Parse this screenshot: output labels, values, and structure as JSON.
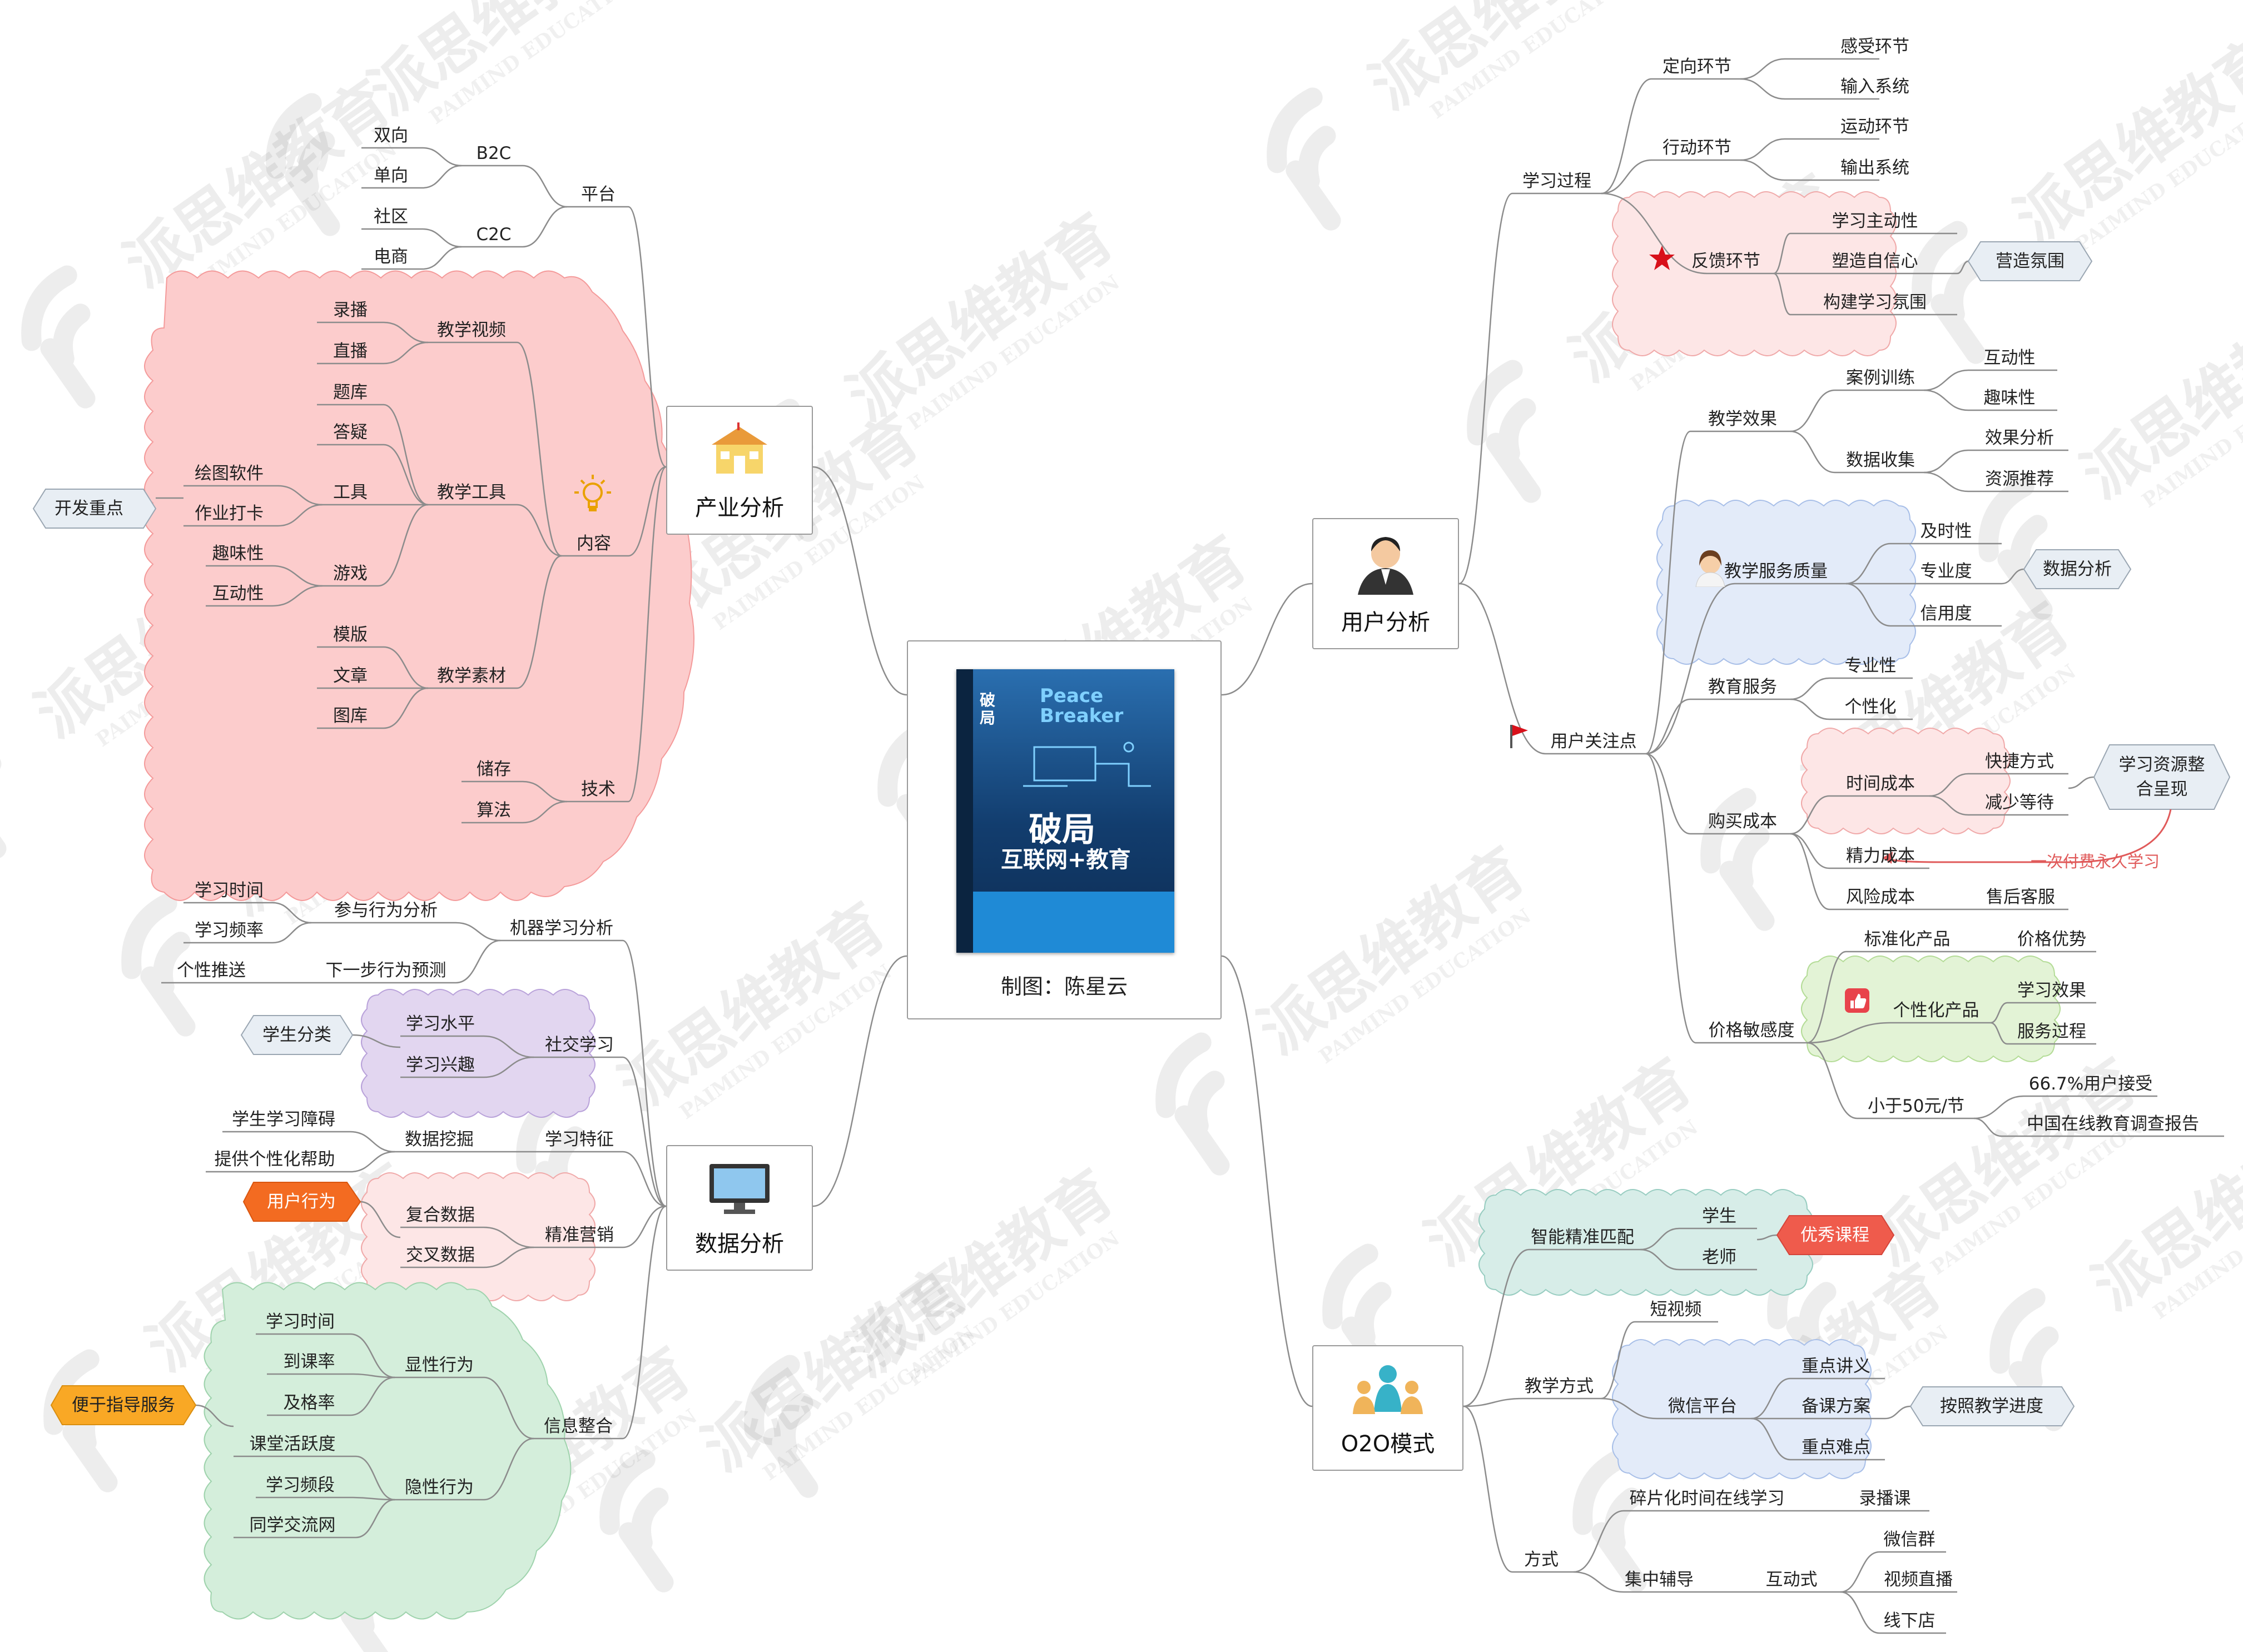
{
  "center": {
    "caption": "制图：陈星云",
    "book_title": "破局",
    "book_subtitle": "互联网+教育",
    "book_en": "Peace Breaker"
  },
  "branches": {
    "industry": "产业分析",
    "user": "用户分析",
    "data": "数据分析",
    "o2o": "O2O模式"
  },
  "industry": {
    "platform": "平台",
    "b2c": "B2C",
    "c2c": "C2C",
    "two_way": "双向",
    "one_way": "单向",
    "community": "社区",
    "ecommerce": "电商",
    "content": "内容",
    "video": "教学视频",
    "record": "录播",
    "live": "直播",
    "tools": "教学工具",
    "qbank": "题库",
    "qa": "答疑",
    "tool": "工具",
    "draw_sw": "绘图软件",
    "checkin": "作业打卡",
    "game": "游戏",
    "fun": "趣味性",
    "interact": "互动性",
    "material": "教学素材",
    "template": "模版",
    "article": "文章",
    "gallery": "图库",
    "tech": "技术",
    "storage": "储存",
    "algo": "算法",
    "focus_tag": "开发重点"
  },
  "data": {
    "ml": "机器学习分析",
    "participation": "参与行为分析",
    "study_time": "学习时间",
    "study_freq": "学习频率",
    "predict": "下一步行为预测",
    "personal_push": "个性推送",
    "social": "社交学习",
    "level": "学习水平",
    "interest": "学习兴趣",
    "classify_tag": "学生分类",
    "feature": "学习特征",
    "mining": "数据挖掘",
    "obstacle": "学生学习障碍",
    "help": "提供个性化帮助",
    "precision": "精准营销",
    "composite": "复合数据",
    "cross": "交叉数据",
    "behavior_tag": "用户行为",
    "integrate": "信息整合",
    "explicit": "显性行为",
    "st_time": "学习时间",
    "attend": "到课率",
    "pass": "及格率",
    "implicit": "隐性行为",
    "active": "课堂活跃度",
    "period": "学习频段",
    "peer": "同学交流网",
    "guide_tag": "便于指导服务"
  },
  "user": {
    "process": "学习过程",
    "orient": "定向环节",
    "feel": "感受环节",
    "input": "输入系统",
    "action": "行动环节",
    "sport": "运动环节",
    "output": "输出系统",
    "feedback": "反馈环节",
    "initiative": "学习主动性",
    "confidence": "塑造自信心",
    "atmosphere": "构建学习氛围",
    "atmo_tag": "营造氛围",
    "focus": "用户关注点",
    "effect": "教学效果",
    "case": "案例训练",
    "interactive": "互动性",
    "funny": "趣味性",
    "collect": "数据收集",
    "eff_analysis": "效果分析",
    "recommend": "资源推荐",
    "quality": "教学服务质量",
    "timely": "及时性",
    "professional": "专业度",
    "credibility": "信用度",
    "analysis_tag": "数据分析",
    "edu_service": "教育服务",
    "prof": "专业性",
    "personal": "个性化",
    "cost": "购买成本",
    "time_cost": "时间成本",
    "shortcut": "快捷方式",
    "less_wait": "减少等待",
    "resource_tag": "学习资源整合呈现",
    "energy": "精力成本",
    "once_pay": "一次付费永久学习",
    "risk": "风险成本",
    "after_sale": "售后客服",
    "price": "价格敏感度",
    "standard": "标准化产品",
    "price_adv": "价格优势",
    "custom": "个性化产品",
    "learn_effect": "学习效果",
    "service_proc": "服务过程",
    "under50": "小于50元/节",
    "accept": "66.7%用户接受",
    "survey": "中国在线教育调查报告"
  },
  "o2o": {
    "match": "智能精准匹配",
    "student": "学生",
    "teacher": "老师",
    "course_tag": "优秀课程",
    "method": "教学方式",
    "short_video": "短视频",
    "wechat": "微信平台",
    "handout": "重点讲义",
    "plan": "备课方案",
    "difficulty": "重点难点",
    "progress_tag": "按照教学进度",
    "way": "方式",
    "fragment": "碎片化时间在线学习",
    "rec_class": "录播课",
    "central": "集中辅导",
    "interactive_mode": "互动式",
    "wechat_group": "微信群",
    "video_live": "视频直播",
    "offline": "线下店"
  },
  "watermark": {
    "cn": "派思维教育",
    "en": "PAIMIND EDUCATION"
  },
  "colors": {
    "pink": "#fccccc",
    "pink_light": "#fde6e6",
    "lavender": "#e2d6f0",
    "blue_light": "#e3ebf9",
    "green_light": "#e3f3d6",
    "teal_light": "#d7ede8",
    "green_cloud": "#d4eedb",
    "orange_tag": "#f36b21",
    "yellow_tag": "#f9a825",
    "red_tag": "#ef5b4c",
    "gray_tag": "#e8eef4",
    "line": "#8c8c8c",
    "red_arrow": "#e05a5a"
  }
}
